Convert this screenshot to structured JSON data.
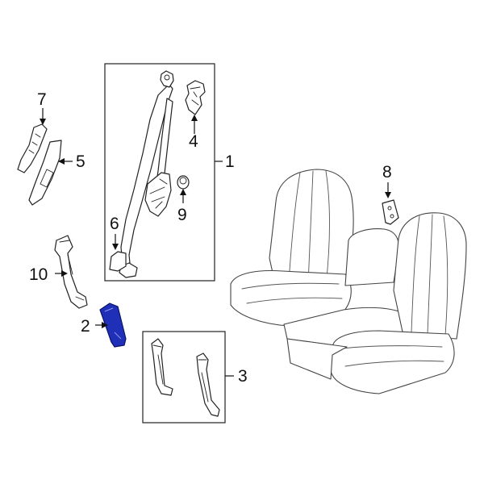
{
  "callouts": {
    "c1": "1",
    "c2": "2",
    "c3": "3",
    "c4": "4",
    "c5": "5",
    "c6": "6",
    "c7": "7",
    "c8": "8",
    "c9": "9",
    "c10": "10"
  },
  "colors": {
    "highlight": "#1f2fb8",
    "line": "#222222",
    "background": "#ffffff"
  },
  "highlighted_part": "2"
}
